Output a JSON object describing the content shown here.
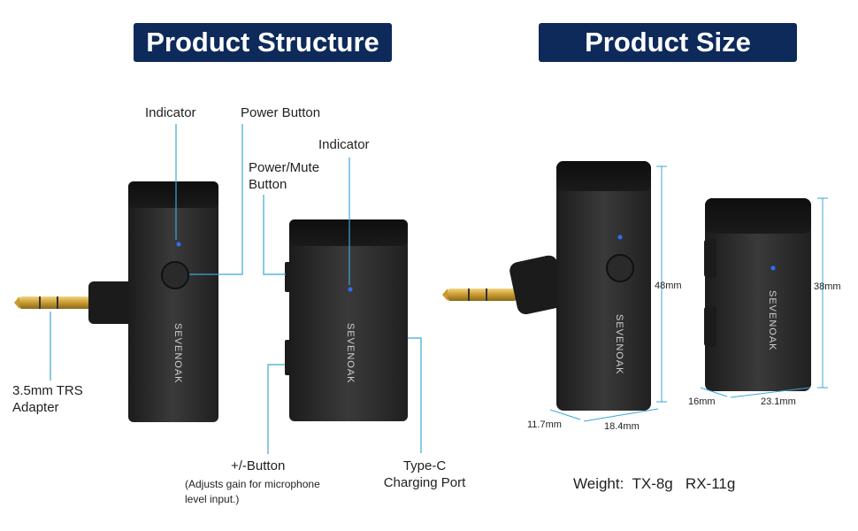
{
  "structure": {
    "title": "Product Structure",
    "labels": {
      "indicator_tx": "Indicator",
      "power_button": "Power Button",
      "power_mute_l1": "Power/Mute",
      "power_mute_l2": "Button",
      "indicator_rx": "Indicator",
      "adapter_l1": "3.5mm TRS",
      "adapter_l2": "Adapter",
      "plusminus": "+/-Button",
      "plusminus_note_l1": "(Adjusts gain for microphone",
      "plusminus_note_l2": "level input.)",
      "typec_l1": "Type-C",
      "typec_l2": "Charging Port"
    }
  },
  "size": {
    "title": "Product Size",
    "dims": {
      "tx_height": "48mm",
      "rx_height": "38mm",
      "tx_depth": "11.7mm",
      "tx_width": "18.4mm",
      "rx_depth": "16mm",
      "rx_width": "23.1mm"
    },
    "weight": "Weight:  TX-8g   RX-11g"
  },
  "brand": "SEVENOAK",
  "colors": {
    "banner": "#0d2a5b",
    "callout": "#3ba7d6",
    "device": "#2b2b2b",
    "indicator_led": "#2f6cff",
    "jack": "#d9b44a"
  }
}
